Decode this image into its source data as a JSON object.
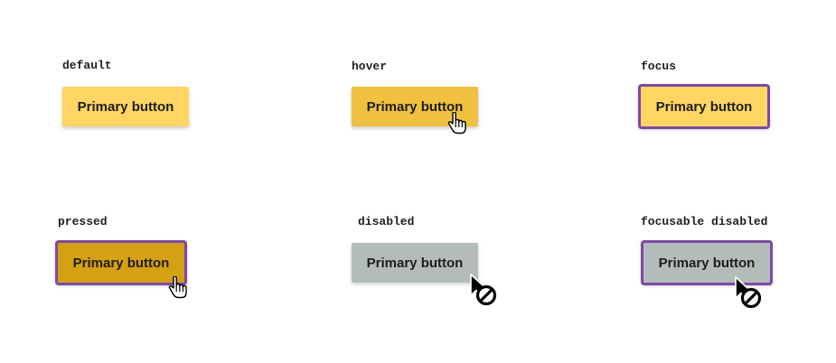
{
  "states": [
    {
      "state": "default",
      "button_label": "Primary button",
      "cursor": null
    },
    {
      "state": "hover",
      "button_label": "Primary button",
      "cursor": "pointer-hand-icon"
    },
    {
      "state": "focus",
      "button_label": "Primary button",
      "cursor": null
    },
    {
      "state": "pressed",
      "button_label": "Primary button",
      "cursor": "pointer-hand-icon"
    },
    {
      "state": "disabled",
      "button_label": "Primary button",
      "cursor": "not-allowed-cursor-icon"
    },
    {
      "state": "focusable disabled",
      "button_label": "Primary button",
      "cursor": "not-allowed-cursor-icon"
    }
  ],
  "colors": {
    "default": "#ffd563",
    "hover": "#f0c140",
    "pressed": "#d4a014",
    "disabled": "#b3bbbb",
    "focus_ring": "#7c4aa3",
    "text": "#1d1d1d"
  }
}
